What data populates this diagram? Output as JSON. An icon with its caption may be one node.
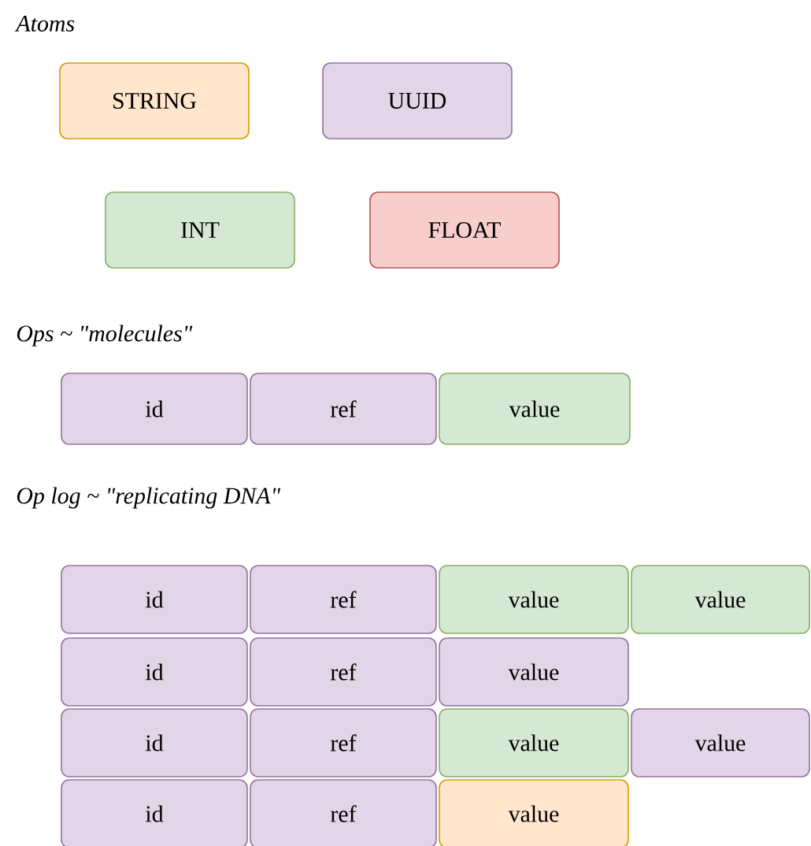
{
  "diagram": {
    "nodes": [
      {
        "text": [
          "STRING"
        ]
      },
      {
        "text": [
          "UUID"
        ]
      },
      {
        "text": [
          "INT"
        ]
      },
      {
        "text": [
          "FLOAT"
        ]
      },
      {
        "text": [
          "id"
        ]
      },
      {
        "text": [
          "ref"
        ]
      },
      {
        "text": [
          "value"
        ]
      },
      {
        "text": [
          "id"
        ]
      },
      {
        "text": [
          "ref"
        ]
      },
      {
        "text": [
          "value"
        ]
      },
      {
        "text": [
          "value"
        ]
      },
      {
        "text": [
          "id"
        ]
      },
      {
        "text": [
          "ref"
        ]
      },
      {
        "text": [
          "value"
        ]
      },
      {
        "text": [
          "id"
        ]
      },
      {
        "text": [
          "ref"
        ]
      },
      {
        "text": [
          "value"
        ]
      },
      {
        "text": [
          "value"
        ]
      },
      {
        "text": [
          "id"
        ]
      },
      {
        "text": [
          "ref"
        ]
      },
      {
        "text": [
          "value"
        ]
      }
    ],
    "edges": [],
    "labels": [
      "Atoms",
      "Ops ~ \"molecules\"",
      "Op log ~ \"replicating DNA\""
    ]
  }
}
